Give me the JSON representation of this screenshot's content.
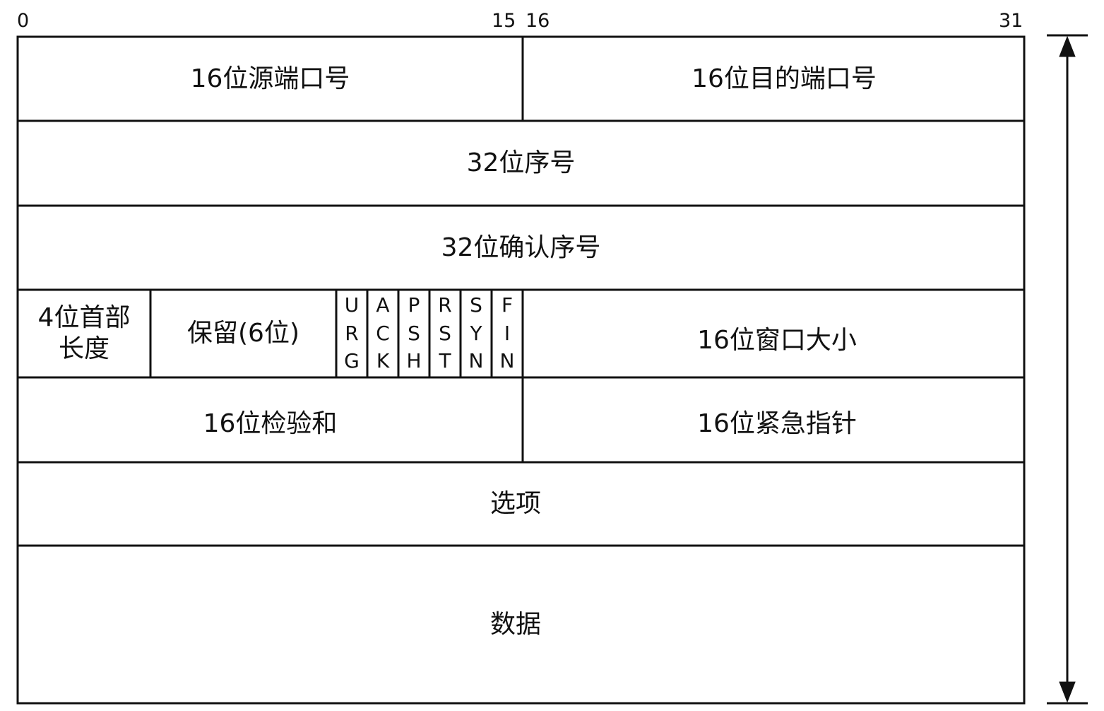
{
  "bit_labels": {
    "start": "0",
    "end_first_half": "15",
    "start_second_half": "16",
    "end": "31"
  },
  "fields": {
    "source_port": "16位源端口号",
    "dest_port": "16位目的端口号",
    "sequence_number": "32位序号",
    "ack_number": "32位确认序号",
    "header_length_line1": "4位首部",
    "header_length_line2": "长度",
    "reserved": "保留(6位)",
    "window_size": "16位窗口大小",
    "checksum": "16位检验和",
    "urgent_pointer": "16位紧急指针",
    "options": "选项",
    "data": "数据"
  },
  "flags": [
    {
      "l1": "U",
      "l2": "R",
      "l3": "G"
    },
    {
      "l1": "A",
      "l2": "C",
      "l3": "K"
    },
    {
      "l1": "P",
      "l2": "S",
      "l3": "H"
    },
    {
      "l1": "R",
      "l2": "S",
      "l3": "T"
    },
    {
      "l1": "S",
      "l2": "Y",
      "l3": "N"
    },
    {
      "l1": "F",
      "l2": "I",
      "l3": "N"
    }
  ],
  "colors": {
    "line": "#111111",
    "background": "#ffffff"
  }
}
